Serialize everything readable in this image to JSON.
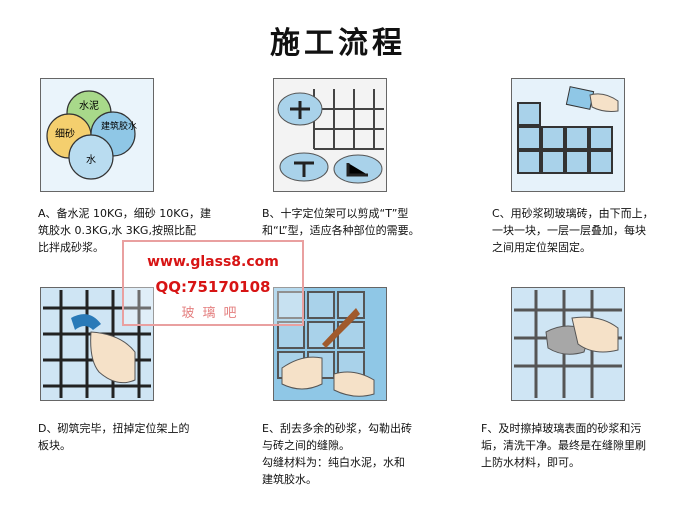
{
  "page_title": "施工流程",
  "steps": [
    {
      "id": "a",
      "lines": [
        "A、备水泥 10KG，细砂 10KG，建",
        "筑胶水 0.3KG,水 3KG,按照比配",
        "比拌成砂浆。"
      ],
      "diagram": {
        "circles": [
          "水泥",
          "细砂",
          "建筑胶水",
          "水"
        ]
      }
    },
    {
      "id": "b",
      "lines": [
        "B、十字定位架可以剪成“T”型",
        "和“L”型，适应各种部位的需要。"
      ]
    },
    {
      "id": "c",
      "lines": [
        "C、用砂浆砌玻璃砖，由下而上，",
        "一块一块，一层一层叠加，每块",
        "之间用定位架固定。"
      ]
    },
    {
      "id": "d",
      "lines": [
        "D、砌筑完毕，扭掉定位架上的",
        "板块。"
      ]
    },
    {
      "id": "e",
      "lines": [
        "E、刮去多余的砂浆，勾勒出砖",
        "与砖之间的缝隙。",
        "勾缝材料为：纯白水泥，水和",
        "建筑胶水。"
      ]
    },
    {
      "id": "f",
      "lines": [
        "F、及时擦掉玻璃表面的砂浆和污",
        "垢，清洗干净。最终是在缝隙里刷",
        "上防水材料，即可。"
      ]
    }
  ],
  "watermark": {
    "url": "www.glass8.com",
    "qq": "QQ:75170108",
    "seal": "玻璃吧"
  },
  "colors": {
    "block": "#a9d2ea",
    "block_dark": "#6aaed6",
    "grid": "#333333",
    "sand": "#f4cf6e",
    "cement": "#a8d98a"
  }
}
